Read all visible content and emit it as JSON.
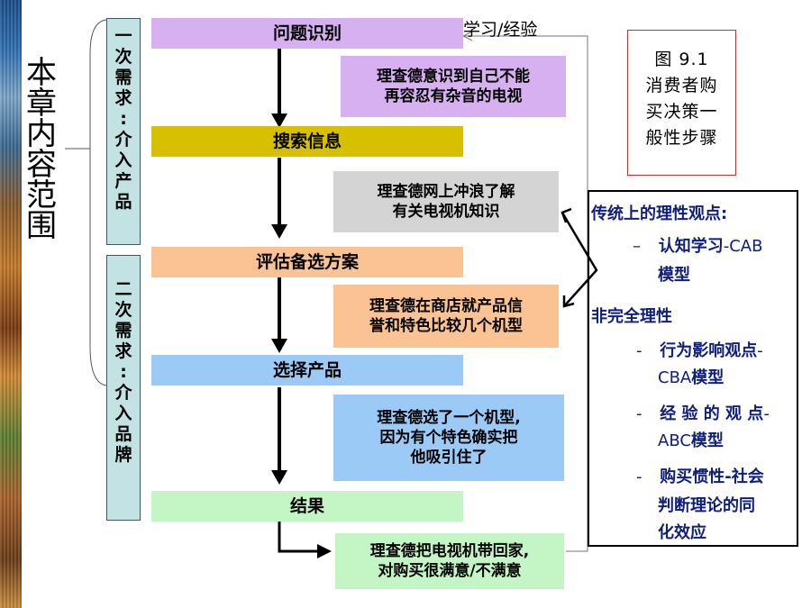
{
  "chapter_label": [
    "本",
    "章",
    "内",
    "容",
    "范",
    "围"
  ],
  "needs": [
    {
      "chars": [
        "一",
        "次",
        "需",
        "求",
        ":",
        "介",
        "入",
        "产",
        "品"
      ]
    },
    {
      "chars": [
        "二",
        "次",
        "需",
        "求",
        ":",
        "介",
        "入",
        "品",
        "牌"
      ]
    }
  ],
  "stages": [
    {
      "label": "问题识别",
      "color": "#d7b0f2"
    },
    {
      "label": "搜索信息",
      "color": "#d6c000"
    },
    {
      "label": "评估备选方案",
      "color": "#fbc394"
    },
    {
      "label": "选择产品",
      "color": "#9ccaf7"
    },
    {
      "label": "结果",
      "color": "#c4f5c4"
    }
  ],
  "examples": [
    {
      "lines": [
        "理查德意识到自己不能",
        "再容忍有杂音的电视"
      ],
      "color": "#d7b0f2"
    },
    {
      "lines": [
        "理查德网上冲浪了解",
        "有关电视机知识"
      ],
      "color": "#d4d4d4"
    },
    {
      "lines": [
        "理查德在商店就产品信",
        "誉和特色比较几个机型"
      ],
      "color": "#fbc394"
    },
    {
      "lines": [
        "理查德选了一个机型,",
        "因为有个特色确实把",
        "他吸引住了"
      ],
      "color": "#9ccaf7"
    },
    {
      "lines": [
        "理查德把电视机带回家,",
        "对购买很满意/不满意"
      ],
      "color": "#c4f5c4"
    }
  ],
  "feedback_label": "学习/经验",
  "figure_caption": [
    "图 9.1",
    "消费者购",
    "买决策一",
    "般性步骤"
  ],
  "view_panel": {
    "rational_heading": "传统上的理性观点:",
    "cab_dash": "–",
    "cab_label": "认知学习",
    "cab_code": "-CAB",
    "cab_line2": "模型",
    "nonrational_heading": "非完全理性",
    "items": [
      {
        "marker": "-",
        "line1": "行为影响观点",
        "line1_tail": "-",
        "line2_code": "CBA",
        "line2": "模型"
      },
      {
        "marker": "-",
        "line1": "经 验 的 观 点",
        "line1_tail": "-",
        "line2_code": "ABC",
        "line2": "模型"
      },
      {
        "marker": "-",
        "line1": "购买惯性",
        "line1_tail": "-社会",
        "line2": "判断理论的同",
        "line3": "化效应"
      }
    ]
  },
  "colors": {
    "need_box": "#c2e2e4",
    "panel_text": "#10207a",
    "caption_border": "#b43a3a"
  }
}
